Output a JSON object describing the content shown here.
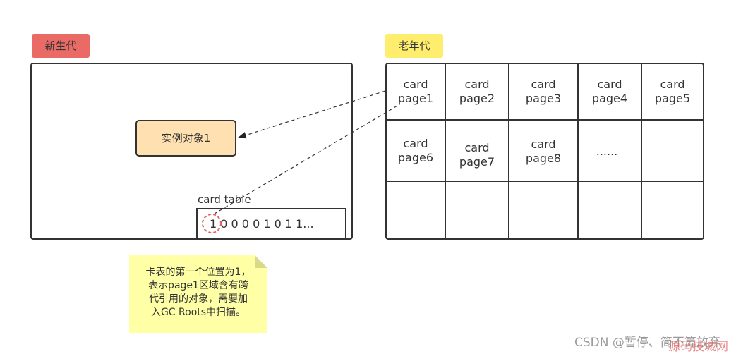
{
  "regions": {
    "young_label": "新生代",
    "old_label": "老年代"
  },
  "instance_label": "实例对象1",
  "card_table": {
    "label": "card table",
    "bits": "1 0 0 0 0 1 0 1 1..."
  },
  "card_pages": [
    {
      "text": "card\npage1"
    },
    {
      "text": "card\npage2"
    },
    {
      "text": "card\npage3"
    },
    {
      "text": "card\npage4"
    },
    {
      "text": "card\npage5"
    },
    {
      "text": "card\npage6"
    },
    {
      "text": "card\npage7"
    },
    {
      "text": "card\npage8"
    },
    {
      "text": "......"
    }
  ],
  "note": "卡表的第一个位置为1，\n表示page1区域含有跨\n代引用的对象，需要加\n入GC Roots中扫描。",
  "watermark": "CSDN @暂停、简不算放弃",
  "watermark_2": "源码技城网",
  "colors": {
    "young_tag": "#ea6b66",
    "old_tag": "#ffee6e",
    "instance_fill": "#ffe0b0",
    "note_fill": "#ffffa6",
    "highlight_circle": "#e36363"
  }
}
